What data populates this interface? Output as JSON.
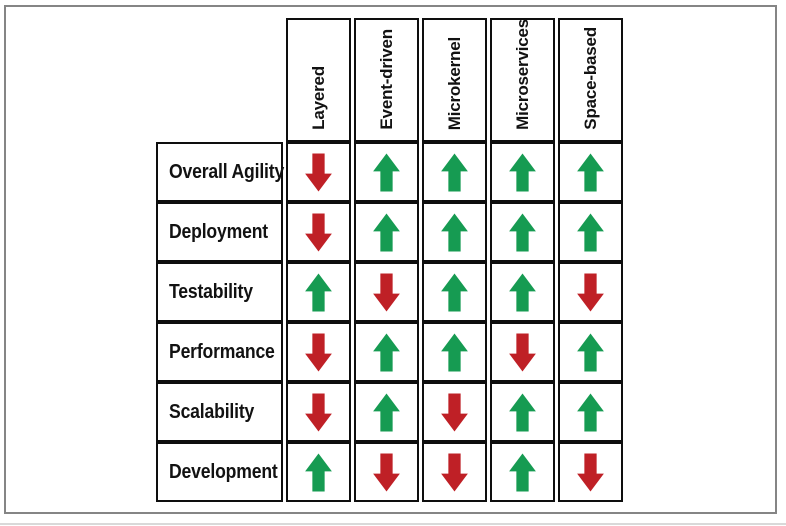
{
  "table": {
    "columns": [
      "Layered",
      "Event-driven",
      "Microkernel",
      "Microservices",
      "Space-based"
    ],
    "rows": [
      {
        "label": "Overall Agility",
        "ratings": [
          "down",
          "up",
          "up",
          "up",
          "up"
        ]
      },
      {
        "label": "Deployment",
        "ratings": [
          "down",
          "up",
          "up",
          "up",
          "up"
        ]
      },
      {
        "label": "Testability",
        "ratings": [
          "up",
          "down",
          "up",
          "up",
          "down"
        ]
      },
      {
        "label": "Performance",
        "ratings": [
          "down",
          "up",
          "up",
          "down",
          "up"
        ]
      },
      {
        "label": "Scalability",
        "ratings": [
          "down",
          "up",
          "down",
          "up",
          "up"
        ]
      },
      {
        "label": "Development",
        "ratings": [
          "up",
          "down",
          "down",
          "up",
          "down"
        ]
      }
    ]
  },
  "colors": {
    "up": "#169b52",
    "down": "#bf2026",
    "grid": "#0e0e0e",
    "frame": "#858585"
  },
  "icons": {
    "up": "up-arrow-icon",
    "down": "down-arrow-icon"
  },
  "chart_data": {
    "type": "table",
    "title": "",
    "columns": [
      "Layered",
      "Event-driven",
      "Microkernel",
      "Microservices",
      "Space-based"
    ],
    "row_labels": [
      "Overall Agility",
      "Deployment",
      "Testability",
      "Performance",
      "Scalability",
      "Development"
    ],
    "values": [
      [
        "down",
        "up",
        "up",
        "up",
        "up"
      ],
      [
        "down",
        "up",
        "up",
        "up",
        "up"
      ],
      [
        "up",
        "down",
        "up",
        "up",
        "down"
      ],
      [
        "down",
        "up",
        "up",
        "down",
        "up"
      ],
      [
        "down",
        "up",
        "down",
        "up",
        "up"
      ],
      [
        "up",
        "down",
        "down",
        "up",
        "down"
      ]
    ],
    "up_color": "#169b52",
    "down_color": "#bf2026"
  }
}
